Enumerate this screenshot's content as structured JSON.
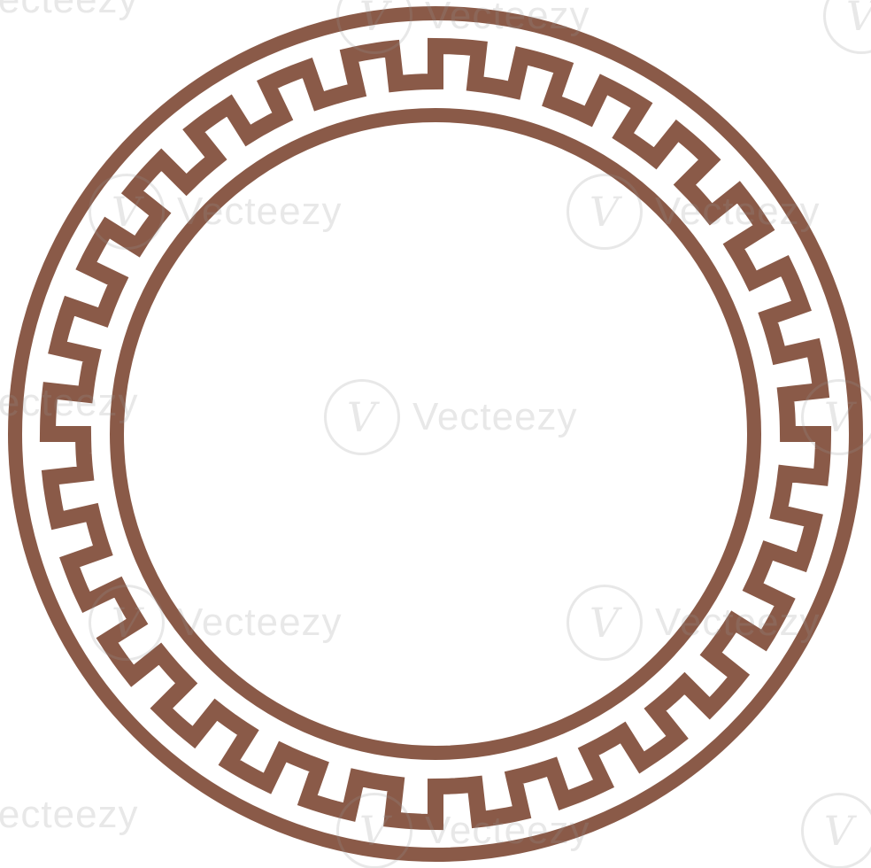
{
  "artwork": {
    "name": "greek-key-circular-frame",
    "stroke_color": "#8A5A48",
    "background_color": "#FFFFFF"
  },
  "watermark": {
    "text": "Vecteezy",
    "logo_glyph": "V",
    "color": "rgba(150,150,150,0.22)"
  }
}
